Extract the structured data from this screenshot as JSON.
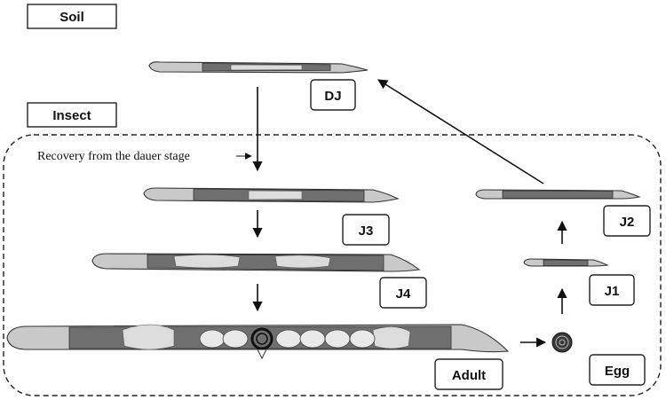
{
  "headings": {
    "soil": "Soil",
    "insect": "Insect"
  },
  "annotation": "Recovery from the dauer stage",
  "stages": {
    "dj": "DJ",
    "j3": "J3",
    "j4": "J4",
    "adult": "Adult",
    "egg": "Egg",
    "j1": "J1",
    "j2": "J2"
  }
}
